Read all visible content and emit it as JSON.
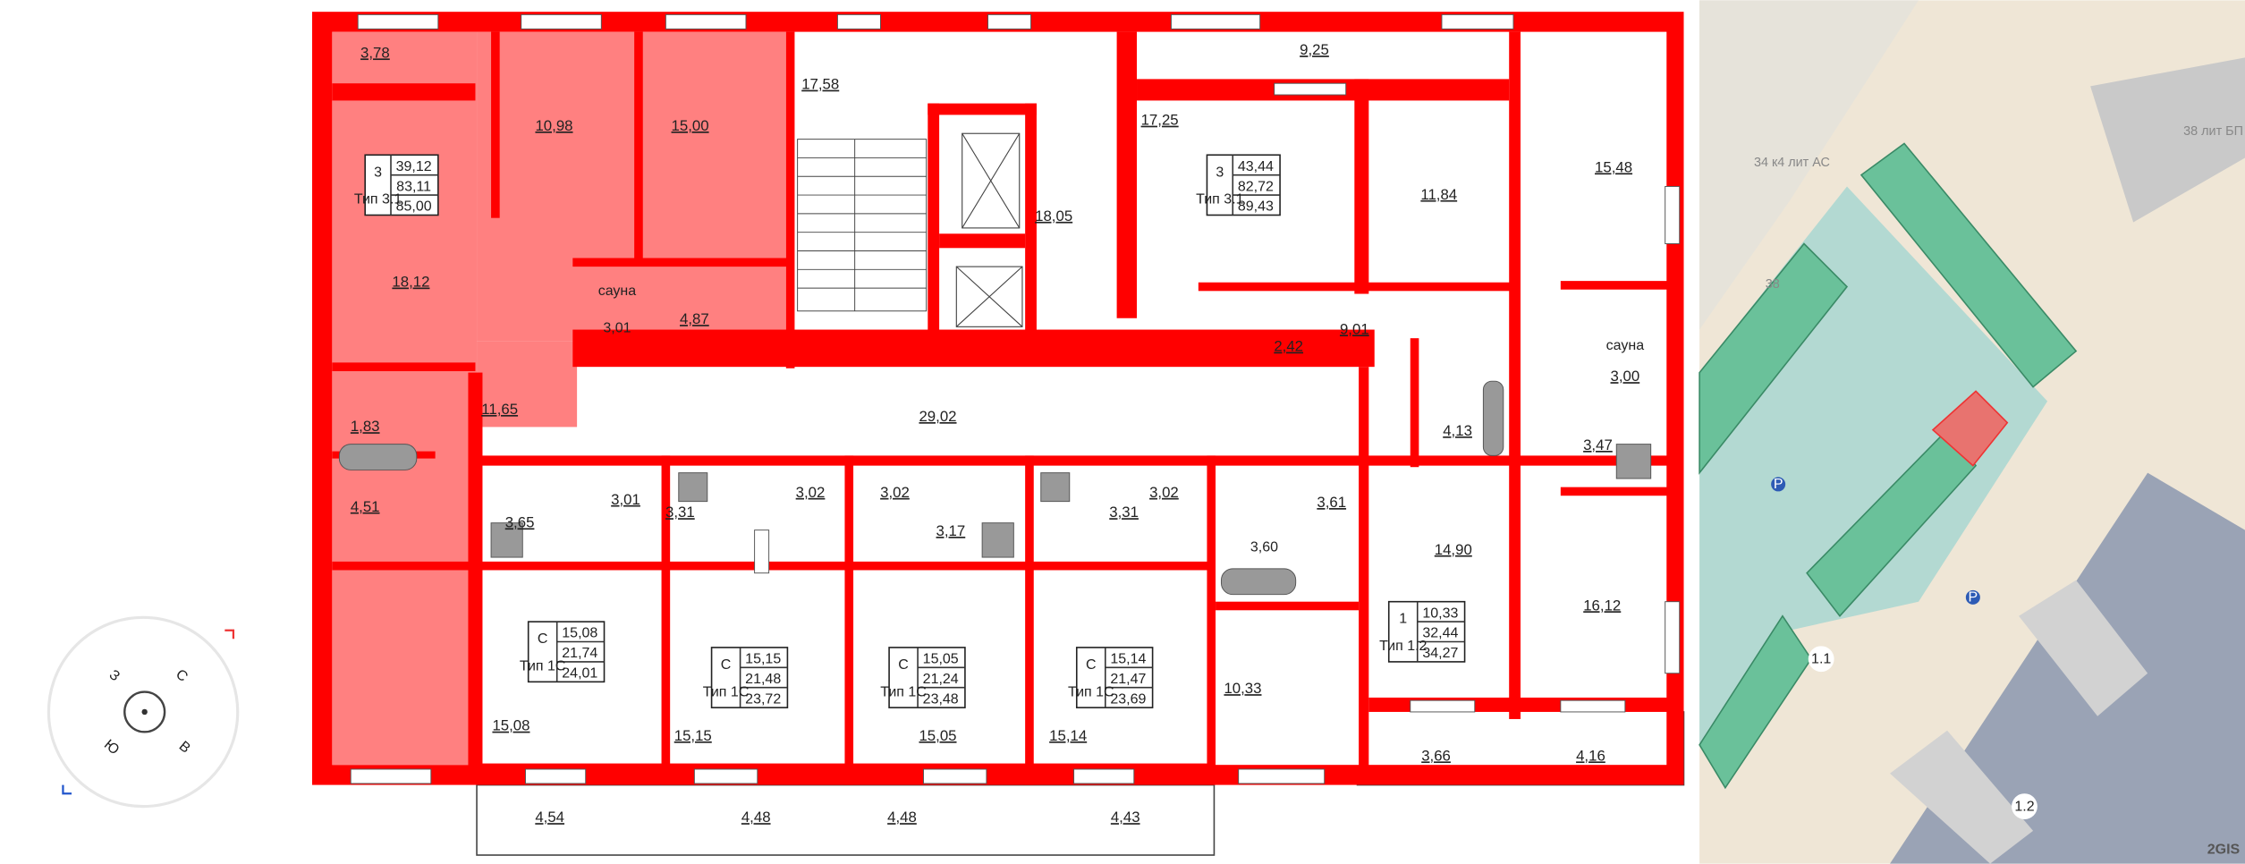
{
  "colors": {
    "wall": "#ff0000",
    "selected_apartment": "#ff8080",
    "map_background": "#efe6d6",
    "courtyard": "#b3d9d2",
    "building_green": "#6ac19a",
    "road": "#9aa3b5",
    "highlight": "#e8736f"
  },
  "compass": {
    "north": "С",
    "south": "Ю",
    "west": "З",
    "east": "В"
  },
  "rooms": [
    "3,78",
    "10,98",
    "15,00",
    "17,58",
    "18,05",
    "9,25",
    "17,25",
    "11,84",
    "15,48",
    "18,12",
    "3,01",
    "4,87",
    "11,65",
    "1,83",
    "29,02",
    "9,01",
    "2,42",
    "4,13",
    "3,00",
    "3,47",
    "4,51",
    "3,65",
    "3,01",
    "3,31",
    "3,02",
    "3,02",
    "3,17",
    "3,31",
    "3,02",
    "3,61",
    "3,60",
    "14,90",
    "16,12",
    "10,33",
    "15,08",
    "15,15",
    "15,05",
    "15,14",
    "3,66",
    "4,16",
    "4,54",
    "4,48",
    "4,48",
    "4,43"
  ],
  "sauna_label": "сауна",
  "apartments": [
    {
      "rooms": "3",
      "type": "Тип 3.1",
      "living": "39,12",
      "total": "83,11",
      "total_with_balcony": "85,00",
      "selected": true
    },
    {
      "rooms": "3",
      "type": "Тип 3.1",
      "living": "43,44",
      "total": "82,72",
      "total_with_balcony": "89,43"
    },
    {
      "rooms": "С",
      "type": "Тип 1С",
      "living": "15,08",
      "total": "21,74",
      "total_with_balcony": "24,01"
    },
    {
      "rooms": "С",
      "type": "Тип 1С",
      "living": "15,15",
      "total": "21,48",
      "total_with_balcony": "23,72"
    },
    {
      "rooms": "С",
      "type": "Тип 1С",
      "living": "15,05",
      "total": "21,24",
      "total_with_balcony": "23,48"
    },
    {
      "rooms": "С",
      "type": "Тип 1С",
      "living": "15,14",
      "total": "21,47",
      "total_with_balcony": "23,69"
    },
    {
      "rooms": "1",
      "type": "Тип 1.2",
      "living": "10,33",
      "total": "32,44",
      "total_with_balcony": "34,27"
    }
  ],
  "map": {
    "labels": [
      "34 к4 лит АС",
      "38 лит БП",
      "38"
    ],
    "parking": "P",
    "markers": [
      "1.1",
      "1.2"
    ],
    "attribution": "2GIS"
  }
}
